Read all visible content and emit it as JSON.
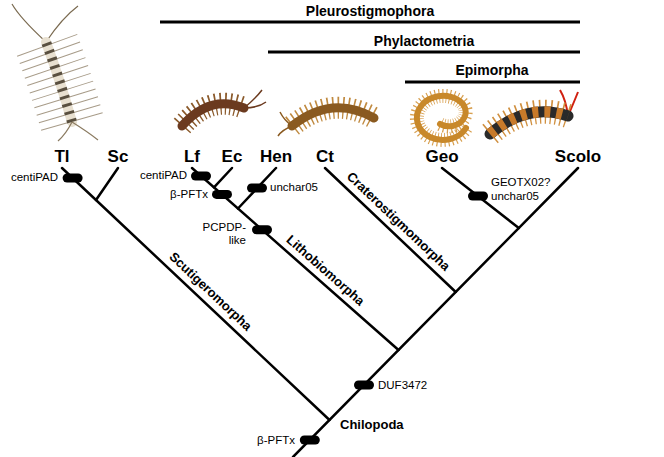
{
  "diagram": {
    "labels": [
      "Pleurostigmophora",
      "Phylactometria",
      "Epimorpha",
      "Tl",
      "Sc",
      "Lf",
      "Ec",
      "Hen",
      "Ct",
      "Geo",
      "Scolo",
      "centiPAD",
      "centiPAD",
      "β-PFTx",
      "unchar05",
      "PCPDP-like",
      "GEOTX02?",
      "unchar05",
      "Craterostigmomorpha",
      "Lithobiomorpha",
      "Scutigeromorpha",
      "DUF3472",
      "β-PFTx",
      "Chilopoda"
    ]
  }
}
